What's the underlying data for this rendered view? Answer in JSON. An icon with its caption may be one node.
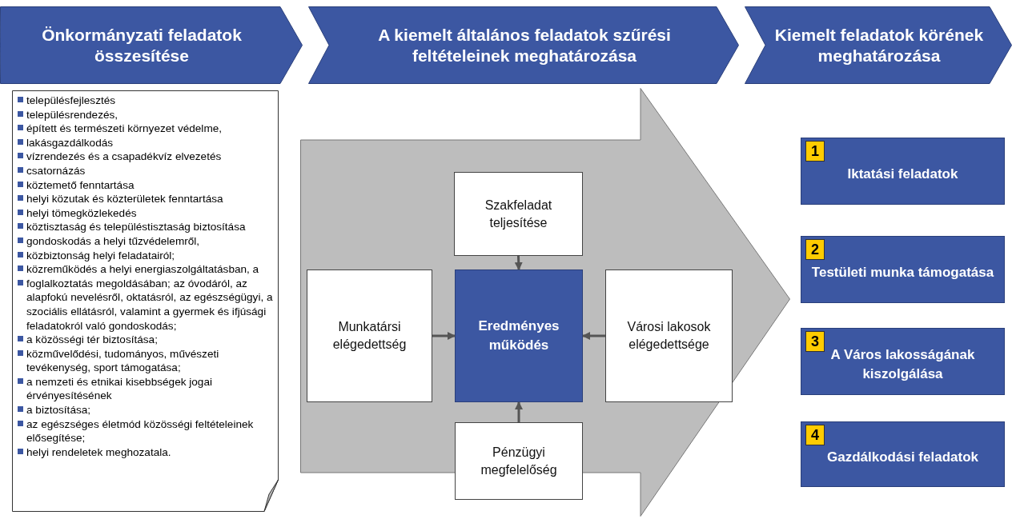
{
  "diagram": {
    "nodes": [
      {
        "text": [
          "Önkormányzati feladatok összesítése"
        ]
      },
      {
        "text": [
          "A kiemelt általános feladatok szűrési feltételeinek meghatározása"
        ]
      },
      {
        "text": [
          "Kiemelt feladatok körének meghatározása"
        ]
      },
      {
        "text": [
          "településfejlesztés",
          "településrendezés,",
          "épített és természeti környezet védelme,",
          "lakásgazdálkodás",
          "vízrendezés és a csapadékvíz elvezetés",
          "csatornázás",
          "köztemető fenntartása",
          "helyi közutak és közterületek fenntartása",
          "helyi tömegközlekedés",
          "köztisztaság és településtisztaság biztosítása",
          "gondoskodás a helyi tűzvédelemről,",
          "közbiztonság helyi feladatairól;",
          "közreműködés a helyi energiaszolgáltatásban, a",
          "foglalkoztatás megoldásában; az óvodáról, az alapfokú nevelésről, oktatásról, az egészségügyi, a szociális ellátásról, valamint a gyermek és ifjúsági feladatokról való gondoskodás;",
          "a közösségi tér biztosítása;",
          "közművelődési, tudományos, művészeti tevékenység, sport támogatása;",
          "a nemzeti és etnikai kisebbségek jogai érvényesítésének",
          "a biztosítása;",
          "az egészséges életmód közösségi feltételeinek elősegítése;",
          "helyi rendeletek meghozatala."
        ]
      },
      {
        "text": [],
        "shape": "arrow"
      },
      {
        "text": [
          "Szakfeladat teljesítése"
        ],
        "in": 4
      },
      {
        "text": [
          "Munkatársi elégedettség"
        ],
        "in": 4
      },
      {
        "text": [
          "Eredményes működés"
        ],
        "in": 4
      },
      {
        "text": [
          "Városi lakosok elégedettsége"
        ],
        "in": 4
      },
      {
        "text": [
          "Pénzügyi megfelelőség"
        ],
        "in": 4
      },
      {
        "text": [
          "Iktatási feladatok"
        ]
      },
      {
        "text": [
          "1"
        ],
        "in": 10
      },
      {
        "text": [
          "Testületi munka támogatása"
        ]
      },
      {
        "text": [
          "2"
        ],
        "in": 12
      },
      {
        "text": [
          "A Város lakosságának kiszolgálása"
        ]
      },
      {
        "text": [
          "3"
        ],
        "in": 14
      },
      {
        "text": [
          "Gazdálkodási feladatok"
        ]
      },
      {
        "text": [
          "4"
        ],
        "in": 16
      }
    ],
    "edges": [
      {
        "from": 5,
        "to": 7,
        "arrow": "to"
      },
      {
        "from": 6,
        "to": 7,
        "arrow": "to"
      },
      {
        "from": 8,
        "to": 7,
        "arrow": "to"
      },
      {
        "from": 9,
        "to": 7,
        "arrow": "to"
      }
    ]
  }
}
